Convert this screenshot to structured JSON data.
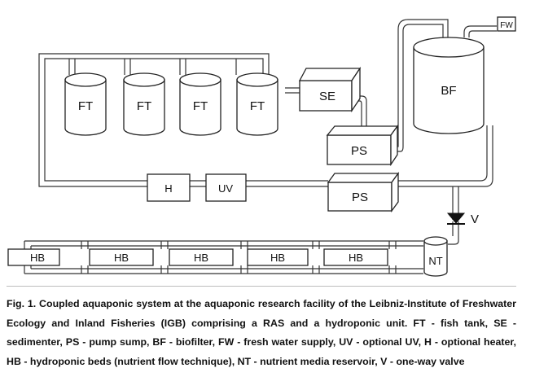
{
  "labels": {
    "ft1": "FT",
    "ft2": "FT",
    "ft3": "FT",
    "ft4": "FT",
    "se": "SE",
    "ps_upper": "PS",
    "ps_lower": "PS",
    "bf": "BF",
    "fw": "FW",
    "h": "H",
    "uv": "UV",
    "v": "V",
    "nt": "NT",
    "hb1": "HB",
    "hb2": "HB",
    "hb3": "HB",
    "hb4": "HB",
    "hb5": "HB"
  },
  "caption": "Fig. 1. Coupled aquaponic system at the aquaponic research facility of the Leibniz-Institute of Freshwater Ecology and Inland Fisheries (IGB) comprising a RAS and a hydroponic unit. FT - fish tank, SE - sedimenter, PS - pump sump, BF - biofilter, FW - fresh water supply, UV - optional UV, H - optional heater, HB - hydroponic beds (nutrient flow technique), NT - nutrient media reservoir, V - one-way valve"
}
